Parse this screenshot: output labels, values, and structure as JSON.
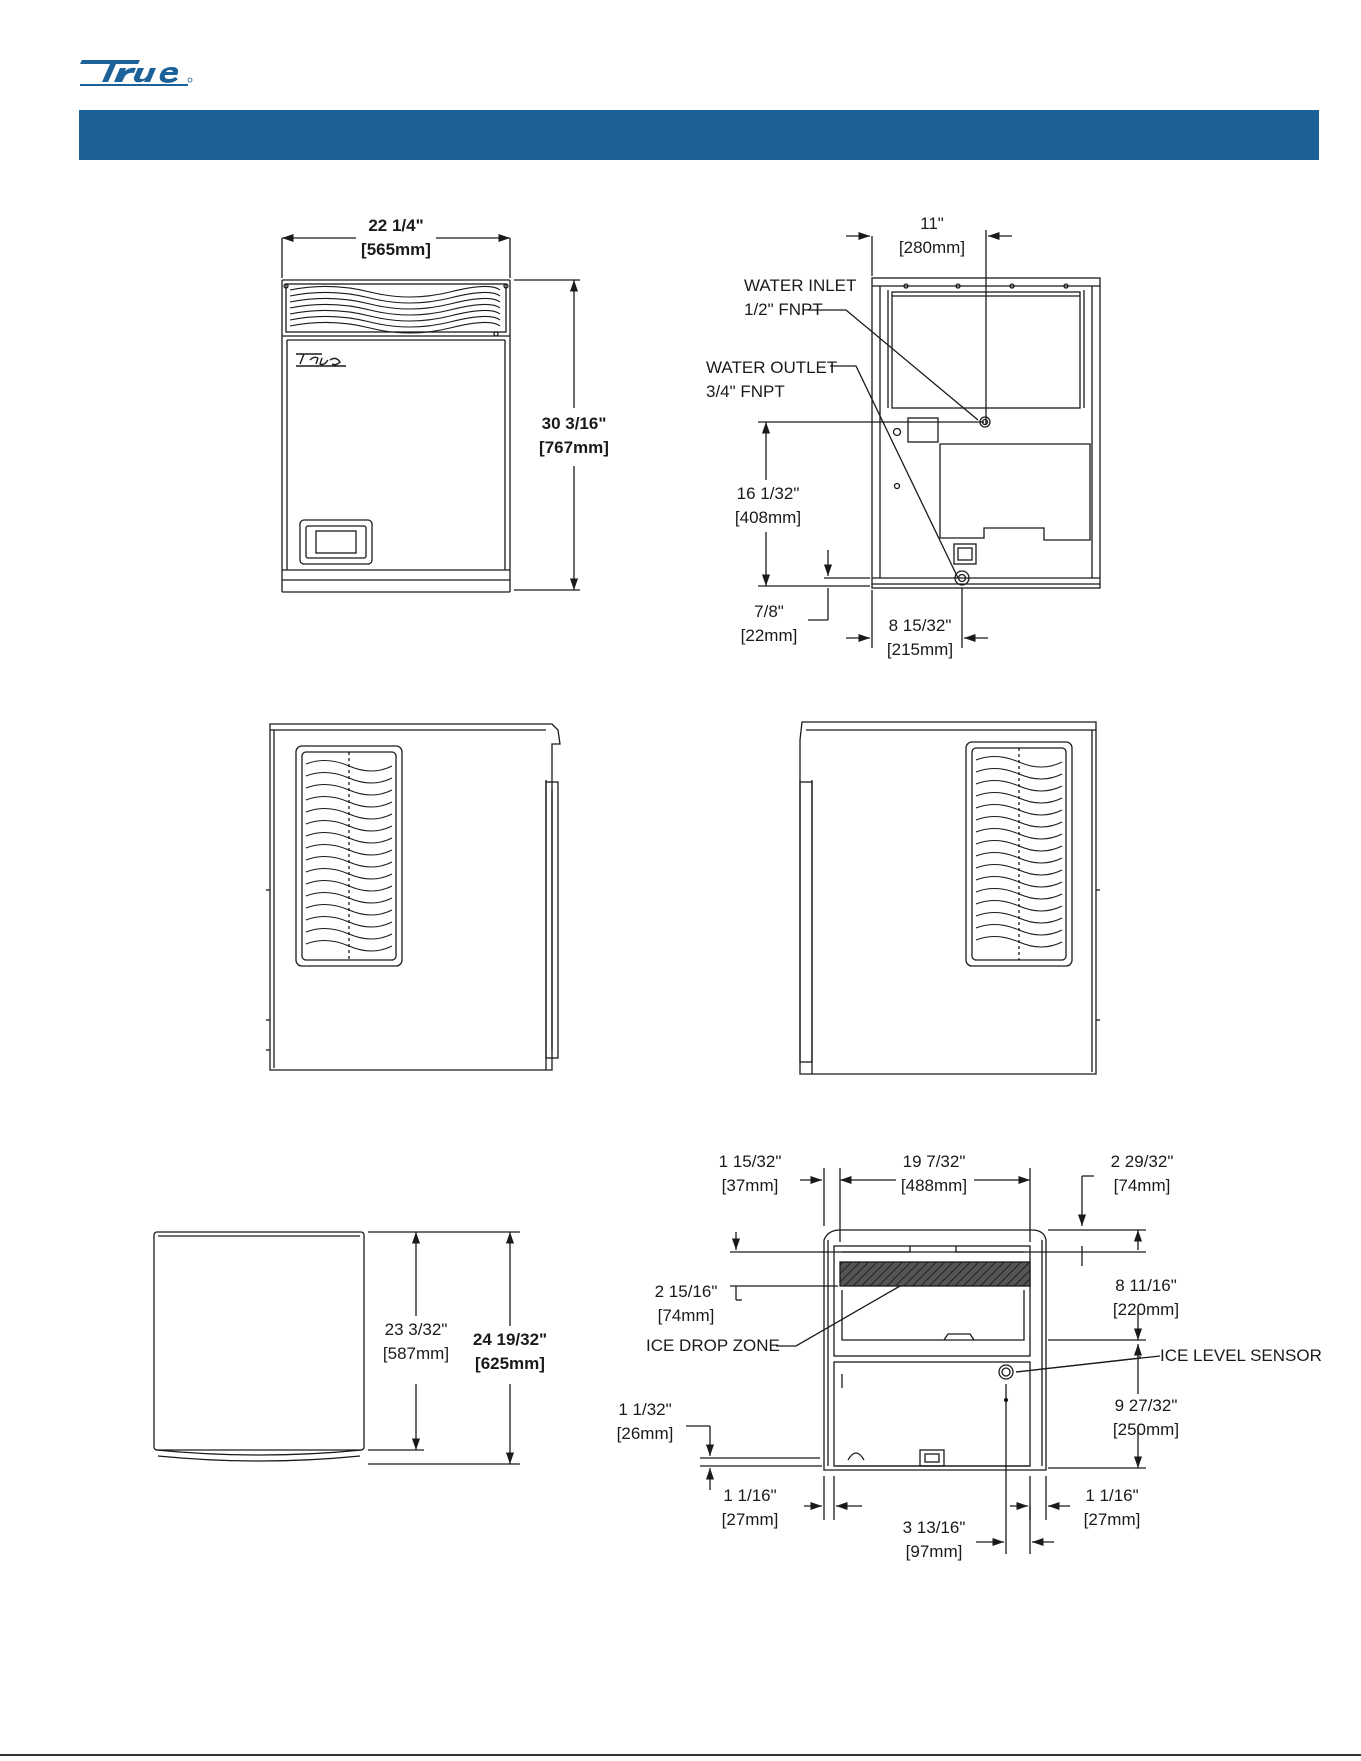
{
  "brand": {
    "logo_text": "True",
    "header_color": "#1c6198"
  },
  "dimensions": {
    "front_width": {
      "imperial": "22 1/4\"",
      "metric": "[565mm]"
    },
    "front_height": {
      "imperial": "30 3/16\"",
      "metric": "[767mm]"
    },
    "rear_inlet_offset": {
      "imperial": "11\"",
      "metric": "[280mm]"
    },
    "rear_outlet_height": {
      "imperial": "16 1/32\"",
      "metric": "[408mm]"
    },
    "rear_drain_height": {
      "imperial": "7/8\"",
      "metric": "[22mm]"
    },
    "rear_drain_offset": {
      "imperial": "8 15/32\"",
      "metric": "[215mm]"
    },
    "top_depth_inner": {
      "imperial": "23 3/32\"",
      "metric": "[587mm]"
    },
    "top_depth_overall": {
      "imperial": "24 19/32\"",
      "metric": "[625mm]"
    },
    "bottom_left_margin": {
      "imperial": "1 15/32\"",
      "metric": "[37mm]"
    },
    "bottom_opening_width": {
      "imperial": "19 7/32\"",
      "metric": "[488mm]"
    },
    "bottom_top_margin": {
      "imperial": "2 29/32\"",
      "metric": "[74mm]"
    },
    "bottom_drop_depth": {
      "imperial": "2 15/16\"",
      "metric": "[74mm]"
    },
    "bottom_opening_depth": {
      "imperial": "8 11/16\"",
      "metric": "[220mm]"
    },
    "bottom_sensor_depth": {
      "imperial": "9 27/32\"",
      "metric": "[250mm]"
    },
    "bottom_rear_margin": {
      "imperial": "1 1/32\"",
      "metric": "[26mm]"
    },
    "bottom_left_side": {
      "imperial": "1 1/16\"",
      "metric": "[27mm]"
    },
    "bottom_right_side": {
      "imperial": "1 1/16\"",
      "metric": "[27mm]"
    },
    "bottom_sensor_offset": {
      "imperial": "3 13/16\"",
      "metric": "[97mm]"
    }
  },
  "callouts": {
    "water_inlet": [
      "WATER INLET",
      "1/2\" FNPT"
    ],
    "water_outlet": [
      "WATER OUTLET",
      "3/4\" FNPT"
    ],
    "ice_drop_zone": "ICE DROP ZONE",
    "ice_level_sensor": "ICE LEVEL SENSOR"
  }
}
